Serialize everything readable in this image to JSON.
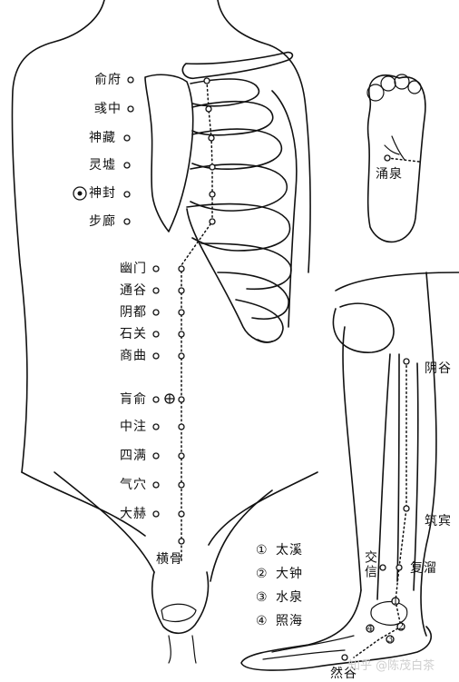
{
  "trunk_points": [
    {
      "key": "shufu",
      "label": "俞府"
    },
    {
      "key": "yuzhong",
      "label": "彧中"
    },
    {
      "key": "shencang",
      "label": "神藏"
    },
    {
      "key": "lingxu",
      "label": "灵墟"
    },
    {
      "key": "shenfeng",
      "label": "神封"
    },
    {
      "key": "bulang",
      "label": "步廊"
    },
    {
      "key": "youmen",
      "label": "幽门"
    },
    {
      "key": "tonggu",
      "label": "通谷"
    },
    {
      "key": "yindu",
      "label": "阴都"
    },
    {
      "key": "shiguan",
      "label": "石关"
    },
    {
      "key": "shangqu",
      "label": "商曲"
    },
    {
      "key": "huangshu",
      "label": "肓俞"
    },
    {
      "key": "zhongzhu",
      "label": "中注"
    },
    {
      "key": "siman",
      "label": "四满"
    },
    {
      "key": "qixue",
      "label": "气穴"
    },
    {
      "key": "dahe",
      "label": "大赫"
    },
    {
      "key": "henggu",
      "label": "横骨"
    }
  ],
  "foot_sole_point": {
    "key": "yongquan",
    "label": "涌泉"
  },
  "leg_points": [
    {
      "key": "yingu",
      "label": "阴谷"
    },
    {
      "key": "zhubin",
      "label": "筑宾"
    },
    {
      "key": "fuliu",
      "label": "复溜"
    },
    {
      "key": "jiaoxin",
      "label": "交信"
    },
    {
      "key": "rangu",
      "label": "然谷"
    }
  ],
  "ankle_legend": [
    {
      "num": "①",
      "label": "太溪"
    },
    {
      "num": "②",
      "label": "大钟"
    },
    {
      "num": "③",
      "label": "水泉"
    },
    {
      "num": "④",
      "label": "照海"
    }
  ],
  "watermark": "知乎 @陈茂白茶"
}
